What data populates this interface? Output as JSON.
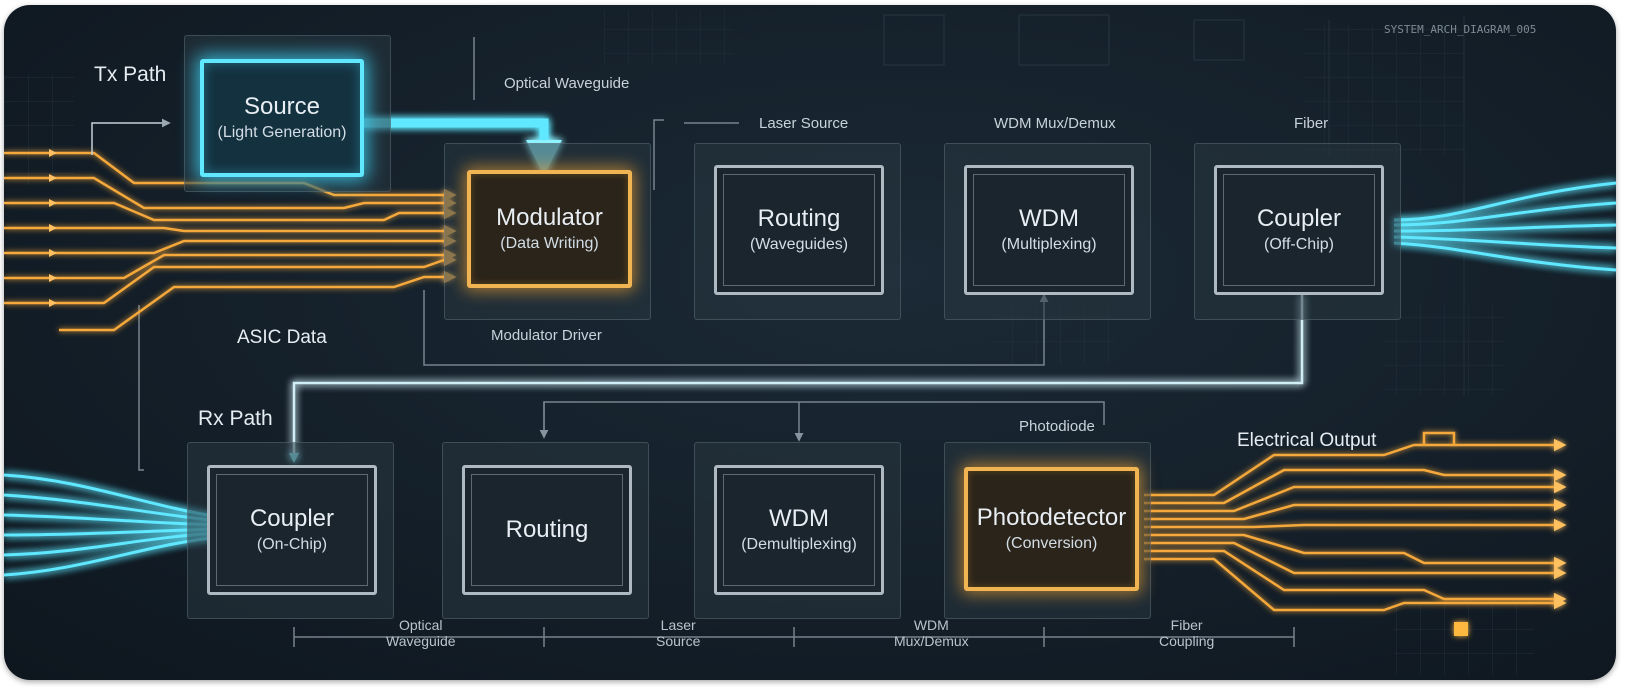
{
  "watermark": "SYSTEM_ARCH_DIAGRAM_005",
  "tx": {
    "title": "Tx Path",
    "source": {
      "title": "Source",
      "subtitle": "(Light Generation)"
    },
    "modulator": {
      "title": "Modulator",
      "subtitle": "(Data Writing)"
    },
    "routing": {
      "title": "Routing",
      "subtitle": "(Waveguides)"
    },
    "wdm": {
      "title": "WDM",
      "subtitle": "(Multiplexing)"
    },
    "coupler": {
      "title": "Coupler",
      "subtitle": "(Off-Chip)"
    },
    "labels": {
      "optical_waveguide": "Optical Waveguide",
      "laser_source": "Laser Source",
      "wdm_mux": "WDM Mux/Demux",
      "fiber": "Fiber",
      "asic_data": "ASIC Data",
      "modulator_driver": "Modulator Driver"
    }
  },
  "rx": {
    "title": "Rx Path",
    "coupler": {
      "title": "Coupler",
      "subtitle": "(On-Chip)"
    },
    "routing": {
      "title": "Routing"
    },
    "wdm": {
      "title": "WDM",
      "subtitle": "(Demultiplexing)"
    },
    "photodetector": {
      "title": "Photodetector",
      "subtitle": "(Conversion)"
    },
    "labels": {
      "photodiode": "Photodiode",
      "electrical_output": "Electrical Output"
    }
  },
  "bottom_labels": [
    {
      "line1": "Optical",
      "line2": "Waveguide"
    },
    {
      "line1": "Laser",
      "line2": "Source"
    },
    {
      "line1": "WDM",
      "line2": "Mux/Demux"
    },
    {
      "line1": "Fiber",
      "line2": "Coupling"
    }
  ],
  "colors": {
    "cyan": "#5fe8ff",
    "amber": "#f5a83a",
    "panel": "#1a252e"
  }
}
